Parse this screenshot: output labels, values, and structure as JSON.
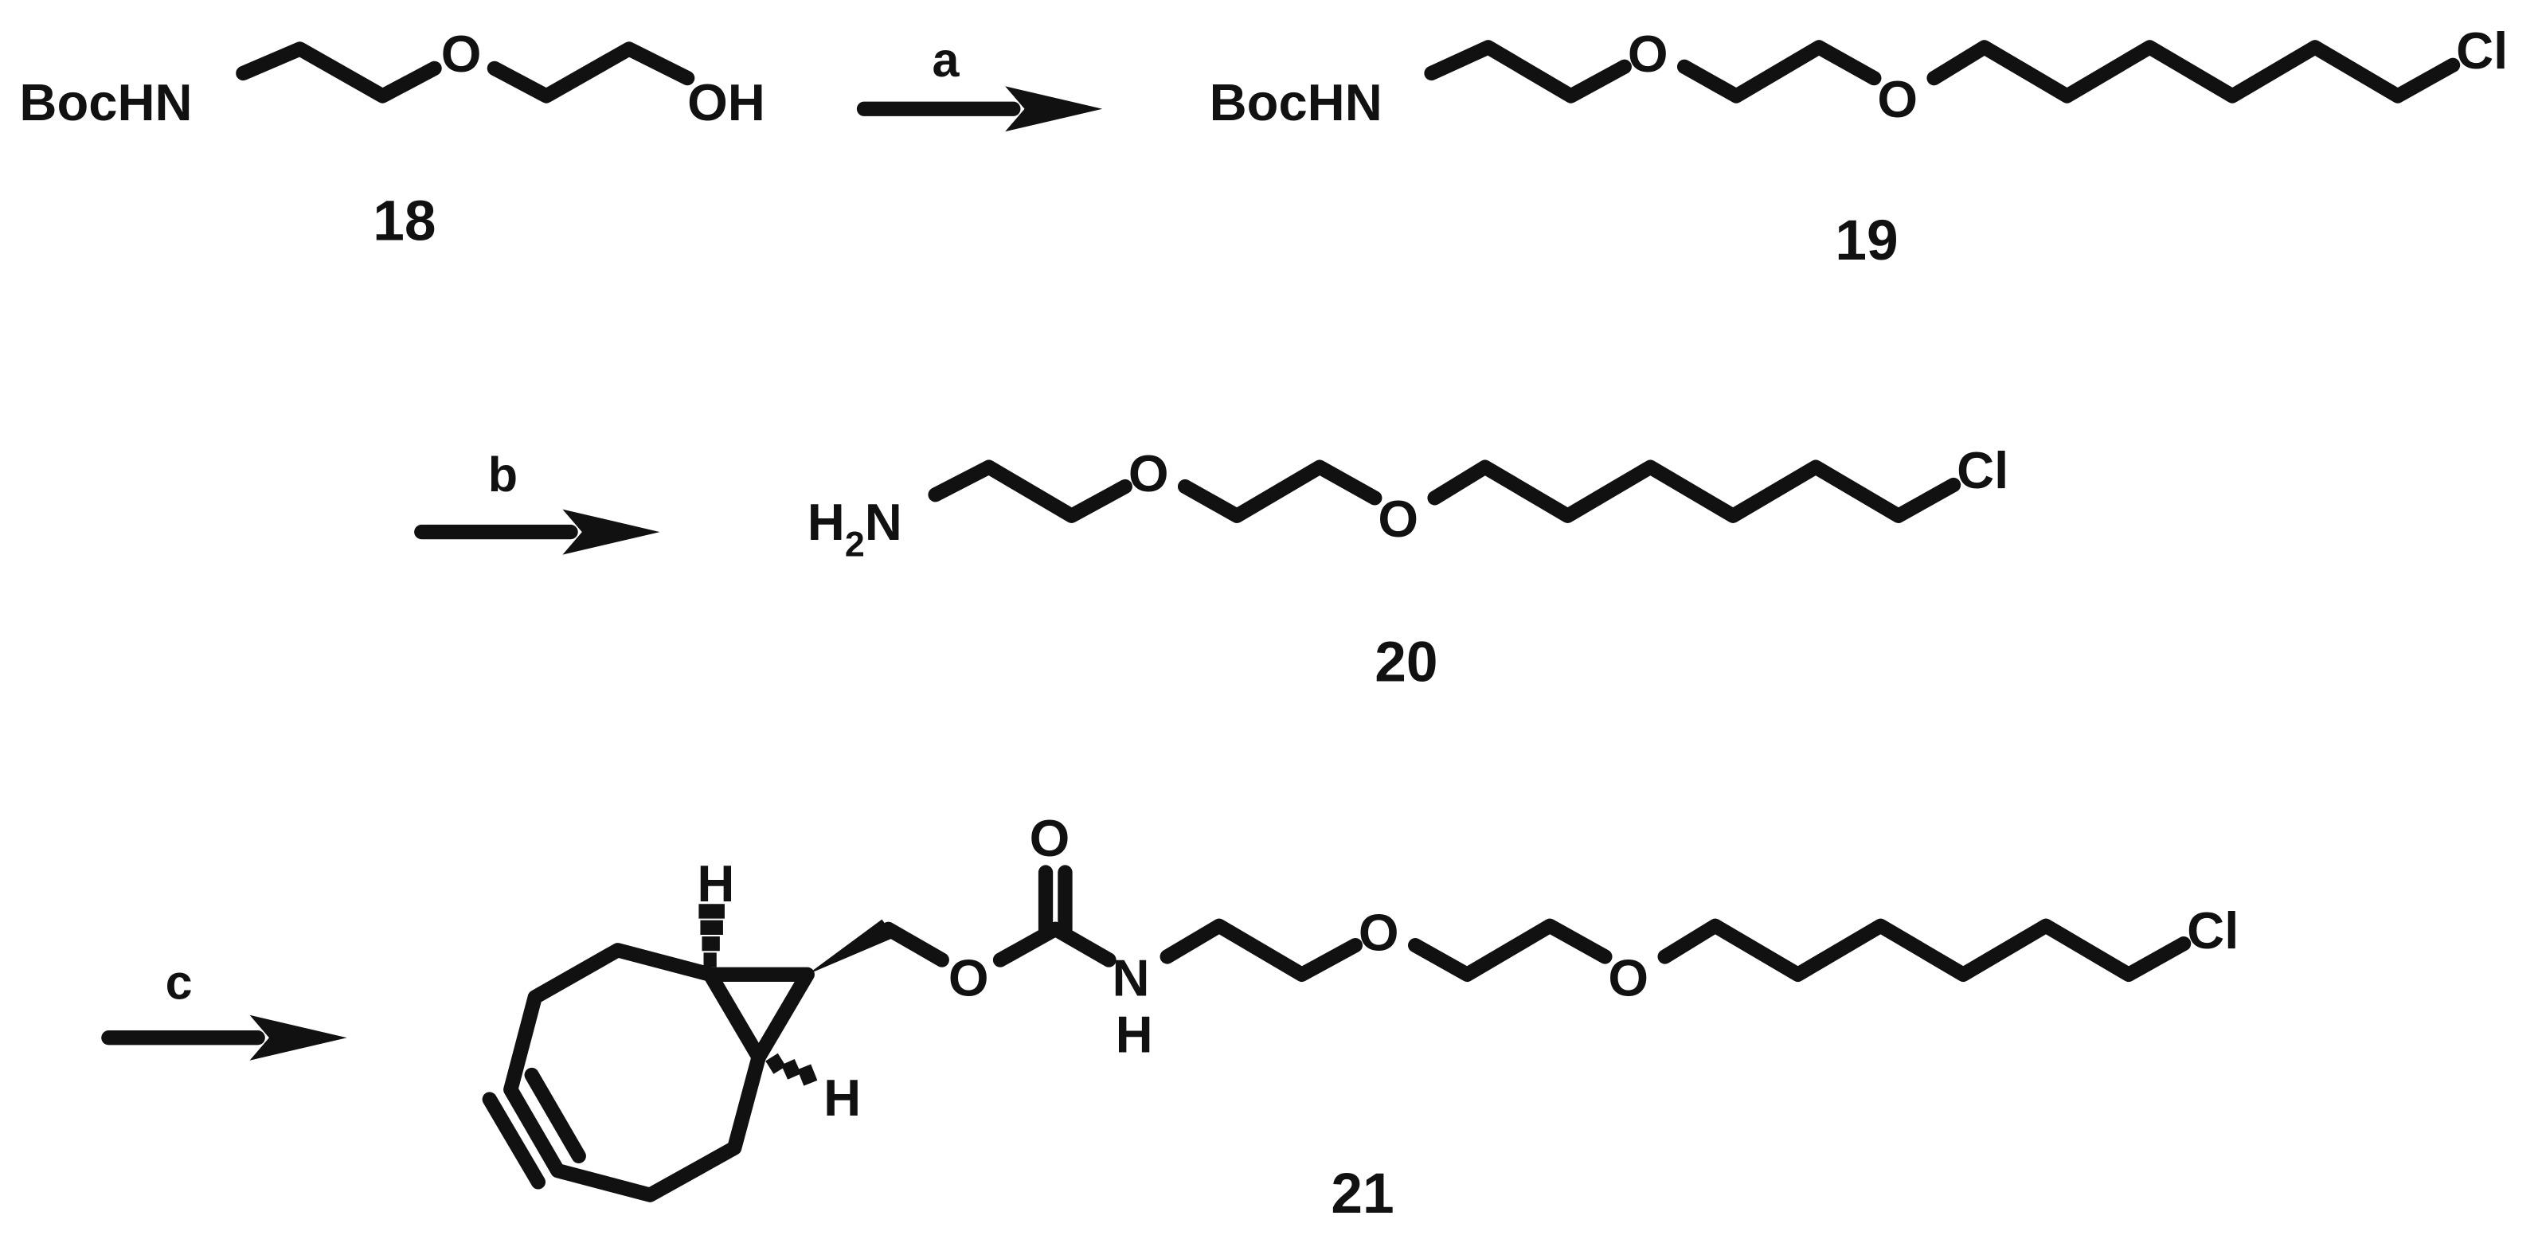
{
  "scheme": {
    "compounds": [
      {
        "id": "18",
        "label": "18",
        "atoms": {
          "left": "BocHN",
          "ether": "O",
          "right": "OH"
        }
      },
      {
        "id": "19",
        "label": "19",
        "atoms": {
          "left": "BocHN",
          "ether1": "O",
          "ether2": "O",
          "right": "Cl"
        }
      },
      {
        "id": "20",
        "label": "20",
        "atoms": {
          "left_main": "H",
          "left_sub": "2",
          "left_tail": "N",
          "ether1": "O",
          "ether2": "O",
          "right": "Cl"
        }
      },
      {
        "id": "21",
        "label": "21",
        "atoms": {
          "carbonyl_o": "O",
          "ester_o": "O",
          "nh_n": "N",
          "nh_h": "H",
          "ether1": "O",
          "ether2": "O",
          "right": "Cl",
          "h_top": "H",
          "h_bottom": "H"
        }
      }
    ],
    "steps": [
      {
        "label": "a"
      },
      {
        "label": "b"
      },
      {
        "label": "c"
      }
    ]
  }
}
